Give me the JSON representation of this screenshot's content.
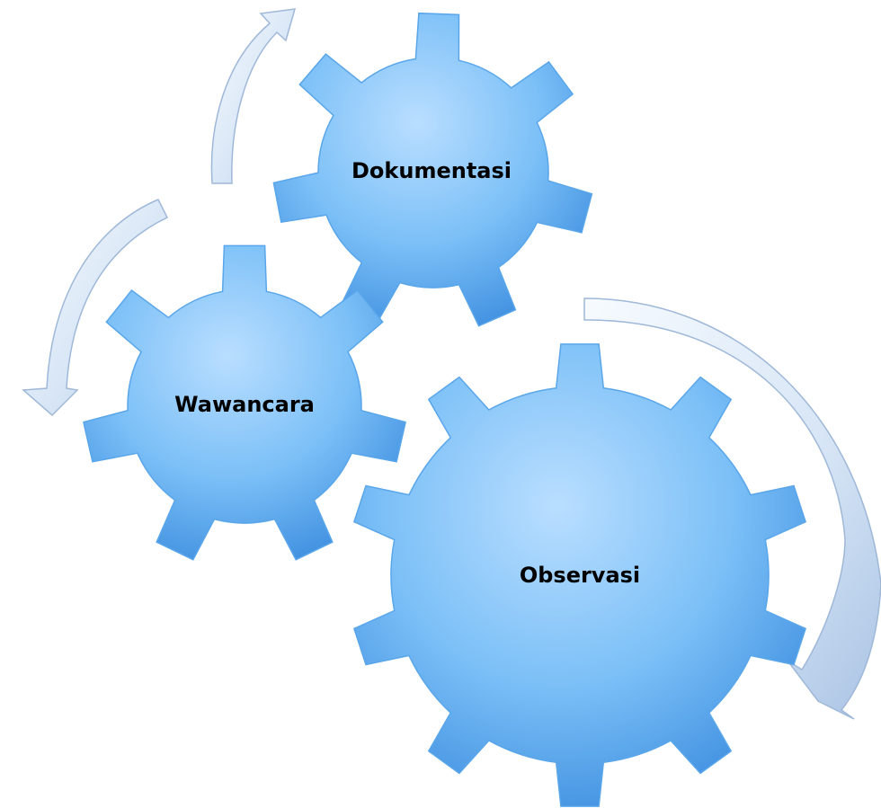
{
  "diagram": {
    "gears": [
      {
        "id": "dokumentasi",
        "label": "Dokumentasi"
      },
      {
        "id": "wawancara",
        "label": "Wawancara"
      },
      {
        "id": "observasi",
        "label": "Observasi"
      }
    ]
  },
  "colors": {
    "gear_light": "#a9d6ff",
    "gear_mid": "#6fb8f5",
    "gear_dark": "#3a8ee0",
    "gear_edge": "#5aa6ea",
    "arrow_light": "#f4f8fd",
    "arrow_dark": "#a9c3e4",
    "arrow_edge": "#9fb8d8"
  }
}
